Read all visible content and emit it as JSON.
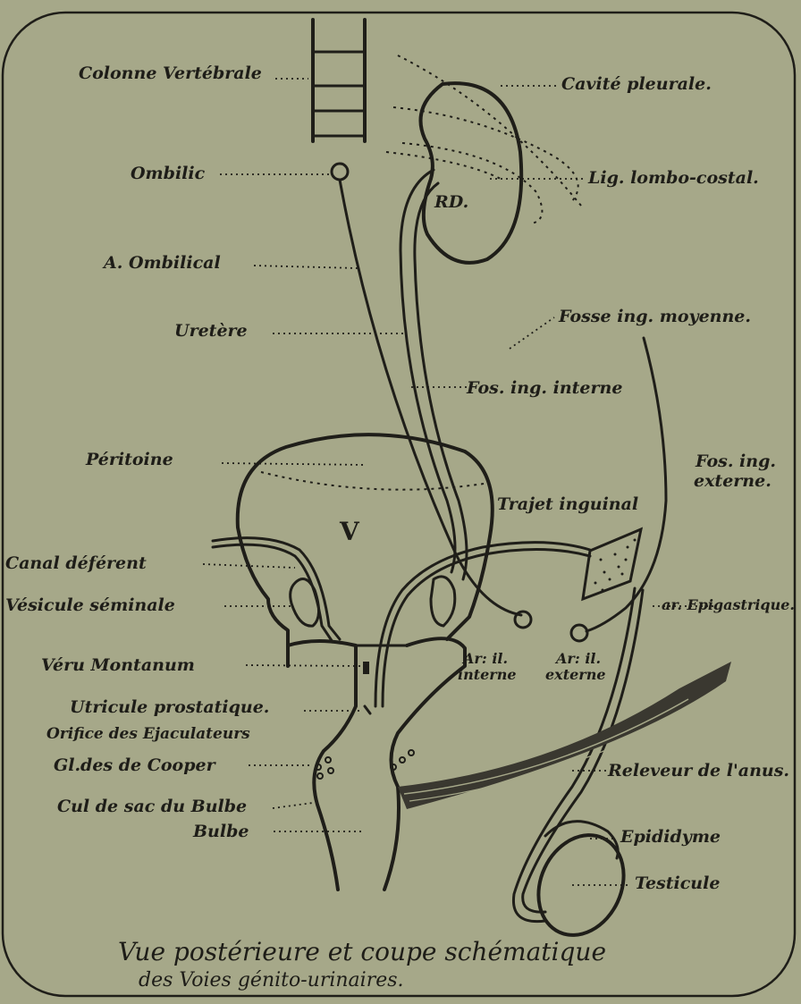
{
  "labels": {
    "colonne_vertebrale": "Colonne Vertébrale",
    "cavite_pleurale": "Cavité pleurale.",
    "ombilic": "Ombilic",
    "lig_lombo_costal": "Lig. lombo-costal.",
    "a_ombilical": "A. Ombilical",
    "rein_droit": "RD.",
    "uretere": "Uretère",
    "fosse_ing_moyenne": "Fosse ing. moyenne.",
    "fos_ing_interne": "Fos. ing. interne",
    "peritoine": "Péritoine",
    "fos_ing_externe_1": "Fos. ing.",
    "fos_ing_externe_2": "externe.",
    "vessie": "V",
    "trajet_inguinal": "Trajet inguinal",
    "canal_deferent": "Canal déférent",
    "vesicule_seminale": "Vésicule séminale",
    "ar_epigastrique": "ar. Epigastrique.",
    "veru_montanum": "Véru Montanum",
    "ar_il_interne_1": "Ar: il.",
    "ar_il_interne_2": "interne",
    "ar_il_externe_1": "Ar: il.",
    "ar_il_externe_2": "externe",
    "utricule_prostatique": "Utricule prostatique.",
    "orifice_ejaculateurs": "Orifice des Ejaculateurs",
    "gl_cooper": "Gl.des de Cooper",
    "releveur_anus": "Releveur de l'anus.",
    "cul_de_sac_bulbe": "Cul de sac du Bulbe",
    "bulbe": "Bulbe",
    "epididyme": "Epididyme",
    "testicule": "Testicule"
  },
  "caption": {
    "line1": "Vue postérieure et coupe schématique",
    "line2": "des Voies génito-urinaires."
  },
  "colors": {
    "paper": "#a6a889",
    "ink": "#1f1e19"
  }
}
